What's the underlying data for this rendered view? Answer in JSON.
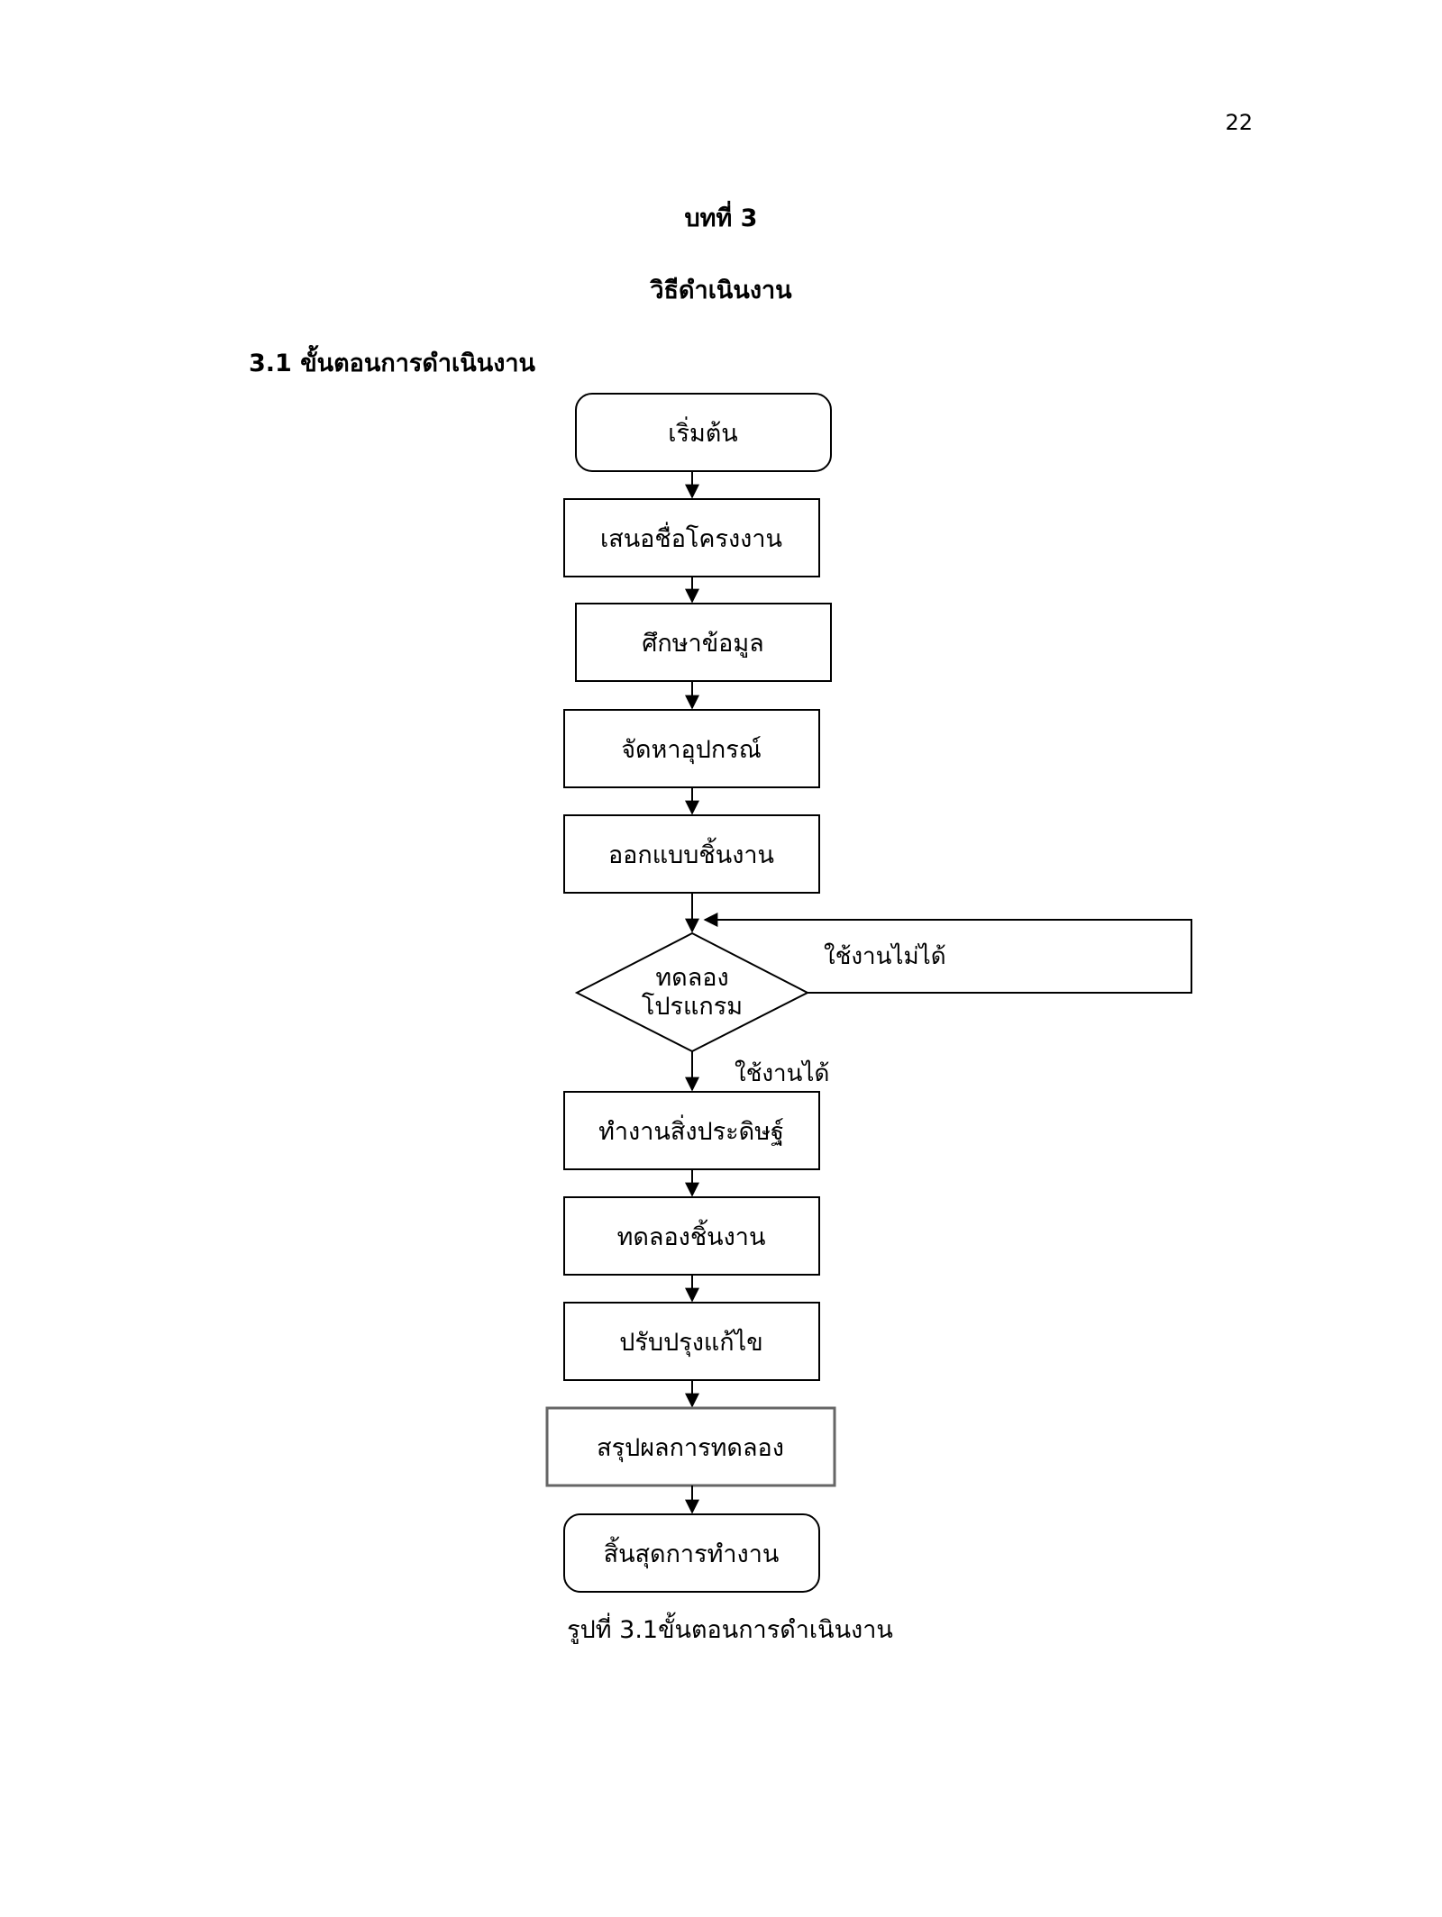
{
  "page_number": "22",
  "chapter": {
    "number": "บทที่ 3",
    "title": "วิธีดำเนินงาน"
  },
  "section": {
    "heading": "3.1 ขั้นตอนการดำเนินงาน"
  },
  "flowchart": {
    "start": "เริ่มต้น",
    "steps": [
      "เสนอชื่อโครงงาน",
      "ศึกษาข้อมูล",
      "จัดหาอุปกรณ์",
      "ออกแบบชิ้นงาน"
    ],
    "decision": {
      "line1": "ทดลอง",
      "line2": "โปรแกรม",
      "no_label": "ใช้งานไม่ได้",
      "yes_label": "ใช้งานได้"
    },
    "steps_after": [
      "ทำงานสิ่งประดิษฐ์",
      "ทดลองชิ้นงาน",
      "ปรับปรุงแก้ไข",
      "สรุปผลการทดลอง"
    ],
    "end": "สิ้นสุดการทำงาน"
  },
  "caption": "รูปที่ 3.1ขั้นตอนการดำเนินงาน"
}
